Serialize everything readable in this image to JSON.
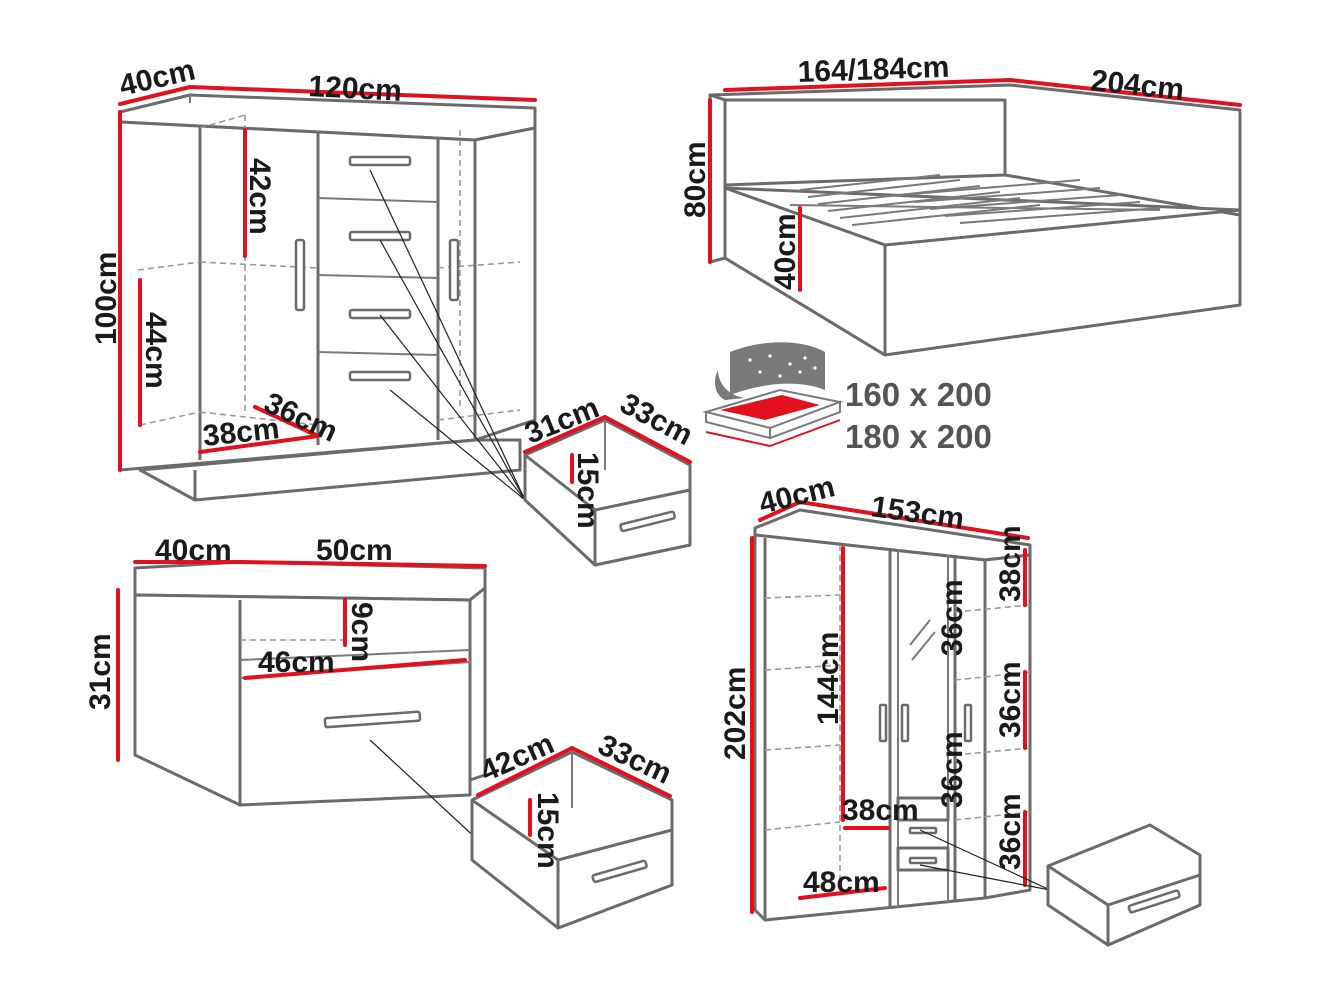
{
  "colors": {
    "dimension": "#e3101f",
    "outline": "#6b6b6b",
    "text": "#1a1a1a",
    "mattress_text": "#555555"
  },
  "sideboard": {
    "depth": "40cm",
    "width": "120cm",
    "height": "100cm",
    "shelf_upper": "42cm",
    "shelf_lower": "44cm",
    "inner_depth": "36cm",
    "inner_width": "38cm",
    "drawer_depth": "31cm",
    "drawer_width": "33cm",
    "drawer_height": "15cm"
  },
  "bed": {
    "width": "164/184cm",
    "length": "204cm",
    "headboard_height": "80cm",
    "frame_height": "40cm",
    "mattress_sizes": [
      "160 x 200",
      "180 x 200"
    ]
  },
  "nightstand": {
    "depth": "40cm",
    "width": "50cm",
    "height": "31cm",
    "open_height": "9cm",
    "open_width": "46cm",
    "drawer_depth": "42cm",
    "drawer_width": "33cm",
    "drawer_height": "15cm"
  },
  "wardrobe": {
    "depth": "40cm",
    "width": "153cm",
    "height": "202cm",
    "hang_height": "144cm",
    "shelf_mid": [
      "36cm",
      "36cm"
    ],
    "shelf_right": [
      "38cm",
      "36cm",
      "36cm"
    ],
    "inner_width_mid": "38cm",
    "inner_width_bottom": "48cm"
  }
}
